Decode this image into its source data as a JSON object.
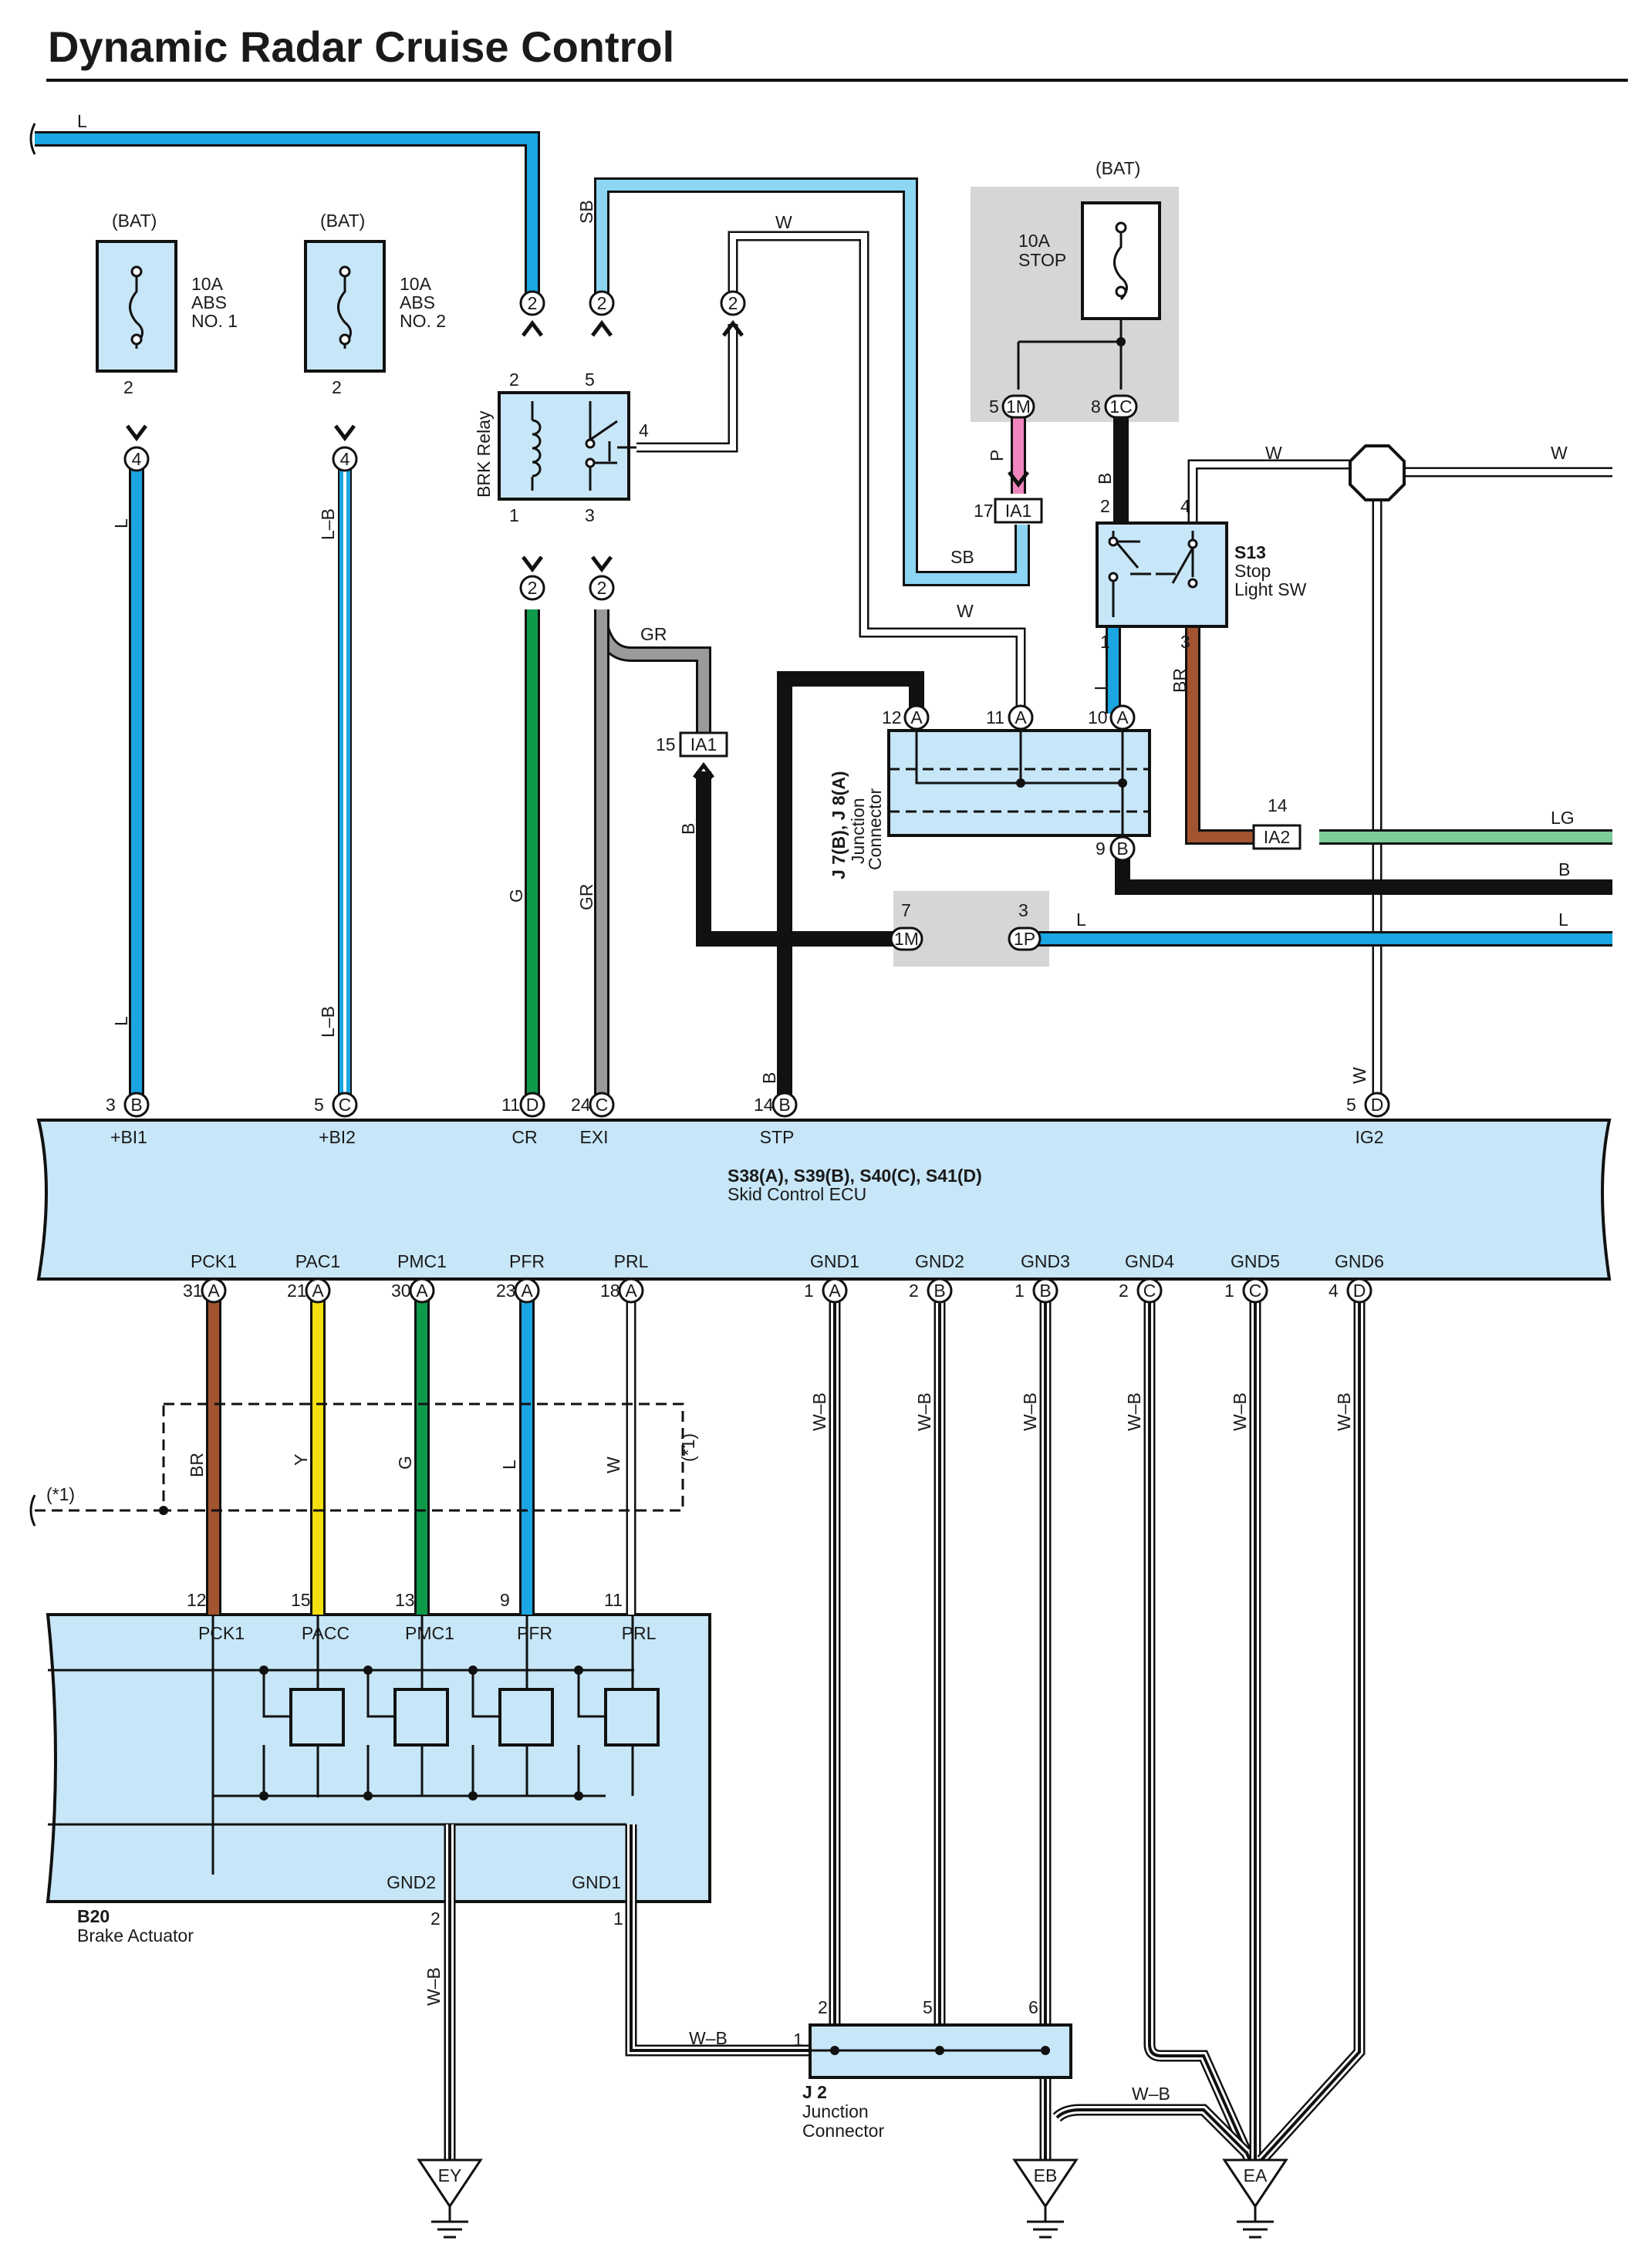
{
  "title": "Dynamic Radar Cruise Control",
  "colors": {
    "L": "#1aa5e3",
    "SB": "#8dd5f3",
    "G": "#0f9a4b",
    "GR": "#9a9a9a",
    "B": "#111111",
    "P": "#ef86bd",
    "BR": "#a2532f",
    "Y": "#f2e011",
    "LG": "#7fcc9b",
    "W": "#ffffff",
    "ecu": "#c7e6f7",
    "grey_panel": "#d6d6d6"
  },
  "fuses": {
    "abs1": {
      "source": "(BAT)",
      "rating": "10A",
      "name_l1": "ABS",
      "name_l2": "NO. 1",
      "pin": "2",
      "connector": "4"
    },
    "abs2": {
      "source": "(BAT)",
      "rating": "10A",
      "name_l1": "ABS",
      "name_l2": "NO. 2",
      "pin": "2",
      "connector": "4"
    },
    "stop": {
      "source": "(BAT)",
      "rating": "10A",
      "name": "STOP"
    }
  },
  "relay": {
    "name": "BRK Relay",
    "pins": [
      "2",
      "5",
      "4",
      "1",
      "3"
    ],
    "connector": "2"
  },
  "switch_s13": {
    "code": "S13",
    "name_l1": "Stop",
    "name_l2": "Light SW",
    "pins": [
      "2",
      "4",
      "1",
      "3"
    ]
  },
  "junction_j7": {
    "code": "J 7(B), J 8(A)",
    "name_l1": "Junction",
    "name_l2": "Connector",
    "pins": [
      {
        "num": "12",
        "conn": "A"
      },
      {
        "num": "11",
        "conn": "A"
      },
      {
        "num": "10",
        "conn": "A"
      },
      {
        "num": "9",
        "conn": "B"
      }
    ]
  },
  "junction_j2": {
    "code": "J 2",
    "name_l1": "Junction",
    "name_l2": "Connector",
    "pins": [
      "1",
      "2",
      "5",
      "6"
    ]
  },
  "connectors": {
    "ia1_top": {
      "label": "IA1",
      "pin": "17"
    },
    "ia1_mid": {
      "label": "IA1",
      "pin": "15"
    },
    "ia2": {
      "label": "IA2",
      "pin": "14"
    },
    "m1_top": {
      "label": "1M",
      "pin": "5"
    },
    "c1_top": {
      "label": "1C",
      "pin": "8"
    },
    "m1_mid": {
      "label": "1M",
      "pin": "7"
    },
    "p1_mid": {
      "label": "1P",
      "pin": "3"
    }
  },
  "ecu": {
    "title": "S38(A), S39(B), S40(C), S41(D)",
    "subtitle": "Skid Control ECU",
    "top_terminals": [
      {
        "pin": "3",
        "conn": "B",
        "name": "+BI1",
        "wire": "L"
      },
      {
        "pin": "5",
        "conn": "C",
        "name": "+BI2",
        "wire": "L–B"
      },
      {
        "pin": "11",
        "conn": "D",
        "name": "CR",
        "wire": "G"
      },
      {
        "pin": "24",
        "conn": "C",
        "name": "EXI",
        "wire": "GR"
      },
      {
        "pin": "14",
        "conn": "B",
        "name": "STP",
        "wire": "B"
      },
      {
        "pin": "5",
        "conn": "D",
        "name": "IG2",
        "wire": "W"
      }
    ],
    "bottom_terminals": [
      {
        "pin": "31",
        "conn": "A",
        "name": "PCK1",
        "wire": "BR"
      },
      {
        "pin": "21",
        "conn": "A",
        "name": "PAC1",
        "wire": "Y"
      },
      {
        "pin": "30",
        "conn": "A",
        "name": "PMC1",
        "wire": "G"
      },
      {
        "pin": "23",
        "conn": "A",
        "name": "PFR",
        "wire": "L"
      },
      {
        "pin": "18",
        "conn": "A",
        "name": "PRL",
        "wire": "W"
      },
      {
        "pin": "1",
        "conn": "A",
        "name": "GND1",
        "wire": "W–B"
      },
      {
        "pin": "2",
        "conn": "B",
        "name": "GND2",
        "wire": "W–B"
      },
      {
        "pin": "1",
        "conn": "B",
        "name": "GND3",
        "wire": "W–B"
      },
      {
        "pin": "2",
        "conn": "C",
        "name": "GND4",
        "wire": "W–B"
      },
      {
        "pin": "1",
        "conn": "C",
        "name": "GND5",
        "wire": "W–B"
      },
      {
        "pin": "4",
        "conn": "D",
        "name": "GND6",
        "wire": "W–B"
      }
    ]
  },
  "actuator": {
    "code": "B20",
    "name": "Brake Actuator",
    "terminals": [
      {
        "pin": "12",
        "name": "PCK1"
      },
      {
        "pin": "15",
        "name": "PACC"
      },
      {
        "pin": "13",
        "name": "PMC1"
      },
      {
        "pin": "9",
        "name": "PFR"
      },
      {
        "pin": "11",
        "name": "PRL"
      }
    ],
    "gnd": [
      {
        "pin": "2",
        "name": "GND2"
      },
      {
        "pin": "1",
        "name": "GND1"
      }
    ]
  },
  "shield_note": "(*1)",
  "grounds": [
    "EY",
    "EB",
    "EA"
  ],
  "wire_labels": {
    "L": "L",
    "SB": "SB",
    "W": "W",
    "G": "G",
    "GR": "GR",
    "B": "B",
    "P": "P",
    "BR": "BR",
    "LG": "LG",
    "LB": "L–B",
    "WB": "W–B",
    "Y": "Y"
  }
}
